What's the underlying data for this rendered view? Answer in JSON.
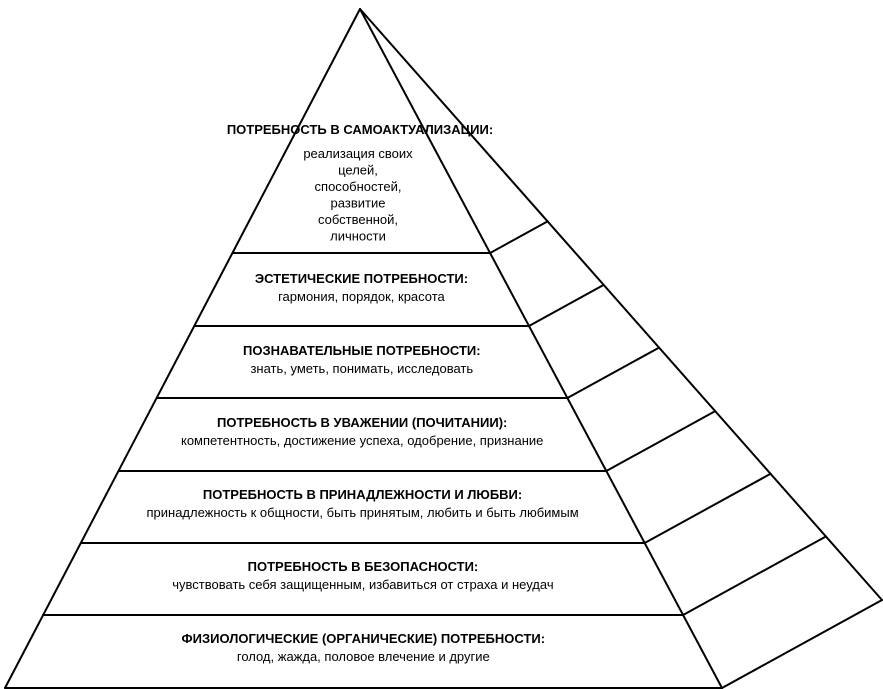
{
  "levels": [
    {
      "title": "ПОТРЕБНОСТЬ В САМОАКТУАЛИЗАЦИИ:",
      "lines": [
        "реализация своих",
        "целей,",
        "способностей,",
        "развитие",
        "собственной,",
        "личности"
      ]
    },
    {
      "title": "ЭСТЕТИЧЕСКИЕ ПОТРЕБНОСТИ:",
      "lines": [
        "гармония, порядок, красота"
      ]
    },
    {
      "title": "ПОЗНАВАТЕЛЬНЫЕ ПОТРЕБНОСТИ:",
      "lines": [
        "знать, уметь, понимать, исследовать"
      ]
    },
    {
      "title": "ПОТРЕБНОСТЬ В УВАЖЕНИИ (ПОЧИТАНИИ):",
      "lines": [
        "компетентность, достижение успеха, одобрение, признание"
      ]
    },
    {
      "title": "ПОТРЕБНОСТЬ В ПРИНАДЛЕЖНОСТИ И ЛЮБВИ:",
      "lines": [
        "принадлежность к общности, быть принятым, любить и быть любимым"
      ]
    },
    {
      "title": "ПОТРЕБНОСТЬ В БЕЗОПАСНОСТИ:",
      "lines": [
        "чувствовать себя защищенным, избавиться от страха и неудач"
      ]
    },
    {
      "title": "ФИЗИОЛОГИЧЕСКИЕ (ОРГАНИЧЕСКИЕ) ПОТРЕБНОСТИ:",
      "lines": [
        "голод, жажда, половое влечение и другие"
      ]
    }
  ]
}
